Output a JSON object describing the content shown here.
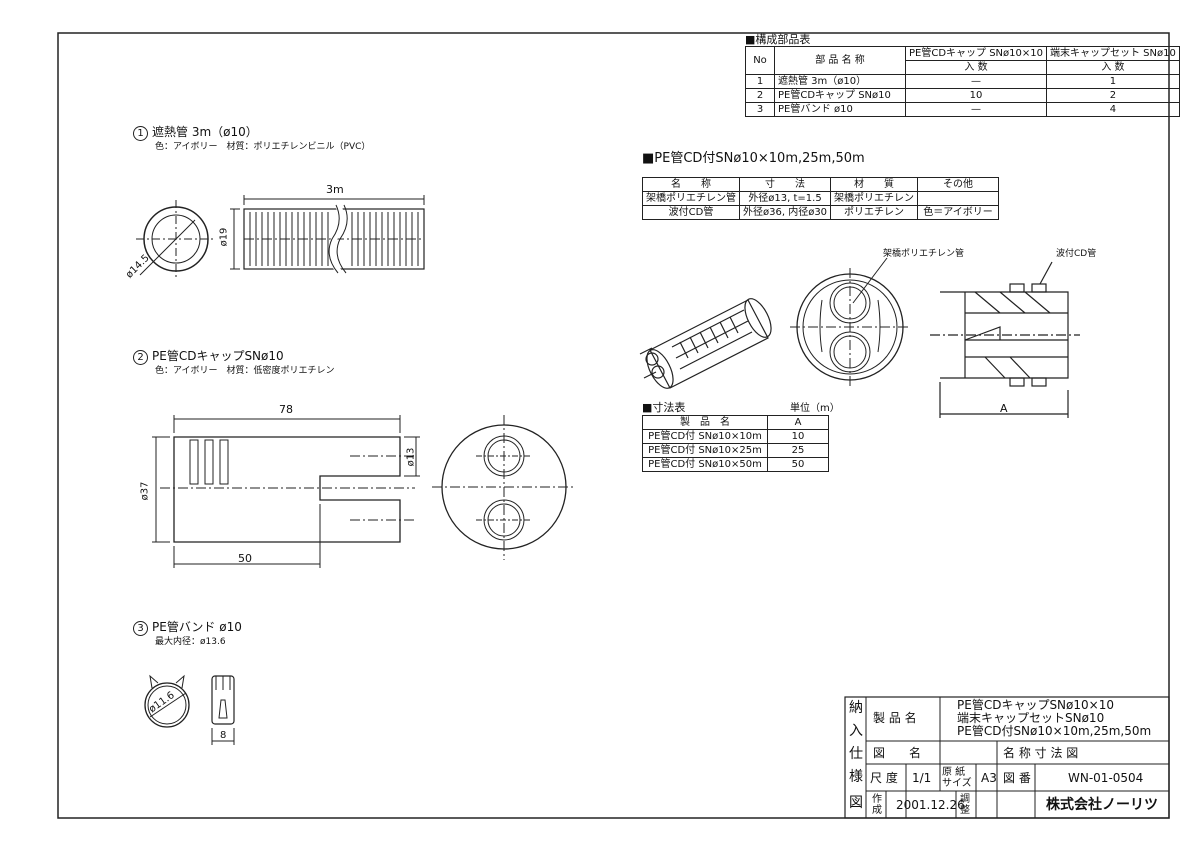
{
  "parts_table": {
    "title": "■構成部品表",
    "col_no": "No",
    "col_name": "部 品 名 称",
    "col_set1": "PE管CDキャップ SNø10×10",
    "col_set2": "端末キャップセット SNø10",
    "col_qty": "入 数",
    "rows": [
      {
        "no": "1",
        "name": "遮熱管 3m（ø10）",
        "q1": "—",
        "q2": "1"
      },
      {
        "no": "2",
        "name": "PE管CDキャップ SNø10",
        "q1": "10",
        "q2": "2"
      },
      {
        "no": "3",
        "name": "PE管バンド ø10",
        "q1": "—",
        "q2": "4"
      }
    ]
  },
  "part1": {
    "num": "1",
    "title": "遮熱管 3m（ø10）",
    "spec": "色：アイボリー　材質：ポリエチレンビニル（PVC）",
    "dim_len": "3m",
    "dim_dia": "ø19",
    "dim_inner": "ø14.5"
  },
  "part2": {
    "num": "2",
    "title": "PE管CDキャップSNø10",
    "spec": "色：アイボリー　材質：低密度ポリエチレン",
    "dim_len": "78",
    "dim_dia": "ø37",
    "dim_hole": "ø13",
    "dim_slot": "50"
  },
  "part3": {
    "num": "3",
    "title": "PE管バンド ø10",
    "spec": "最大内径：ø13.6",
    "dim_dia": "ø11.6",
    "dim_w": "8"
  },
  "cd_section": {
    "title": "■PE管CD付SNø10×10m,25m,50m",
    "headers": [
      "名　　称",
      "寸　　法",
      "材　　質",
      "その他"
    ],
    "rows": [
      [
        "架橋ポリエチレン管",
        "外径ø13, t=1.5",
        "架橋ポリエチレン",
        ""
      ],
      [
        "波付CD管",
        "外径ø36, 内径ø30",
        "ポリエチレン",
        "色＝アイボリー"
      ]
    ],
    "label_pex": "架橋ポリエチレン管",
    "label_cd": "波付CD管",
    "dim_a": "A"
  },
  "size_table": {
    "title": "■寸法表",
    "unit": "単位（m）",
    "headers": [
      "製　品　名",
      "A"
    ],
    "rows": [
      [
        "PE管CD付 SNø10×10m",
        "10"
      ],
      [
        "PE管CD付 SNø10×25m",
        "25"
      ],
      [
        "PE管CD付 SNø10×50m",
        "50"
      ]
    ]
  },
  "title_block": {
    "side": [
      "納",
      "入",
      "仕",
      "様",
      "図"
    ],
    "product_label": "製 品 名",
    "product_lines": [
      "PE管CDキャップSNø10×10",
      "端末キャップセットSNø10",
      "PE管CD付SNø10×10m,25m,50m"
    ],
    "drawing_label": "図　　名",
    "drawing_name": "名 称 寸 法 図",
    "scale_label": "尺 度",
    "scale": "1/1",
    "paper_label": "原 紙 サイズ",
    "paper": "A3",
    "number_label": "図 番",
    "number": "WN-01-0504",
    "made_label": "作 成",
    "date": "2001.12.26",
    "check_label": "調 整",
    "company": "株式会社ノーリツ"
  }
}
